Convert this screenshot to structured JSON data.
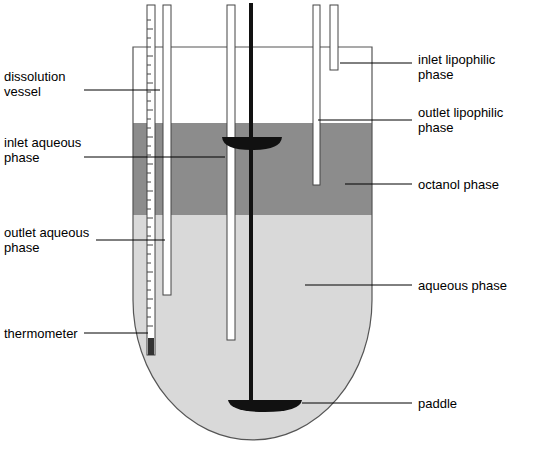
{
  "diagram": {
    "labels": [
      "dissolution vessel",
      "inlet aqueous phase",
      "outlet aqueous phase",
      "thermometer",
      "inlet lipophilic phase",
      "outlet lipophilic phase",
      "octanol phase",
      "aqueous phase",
      "paddle"
    ]
  }
}
